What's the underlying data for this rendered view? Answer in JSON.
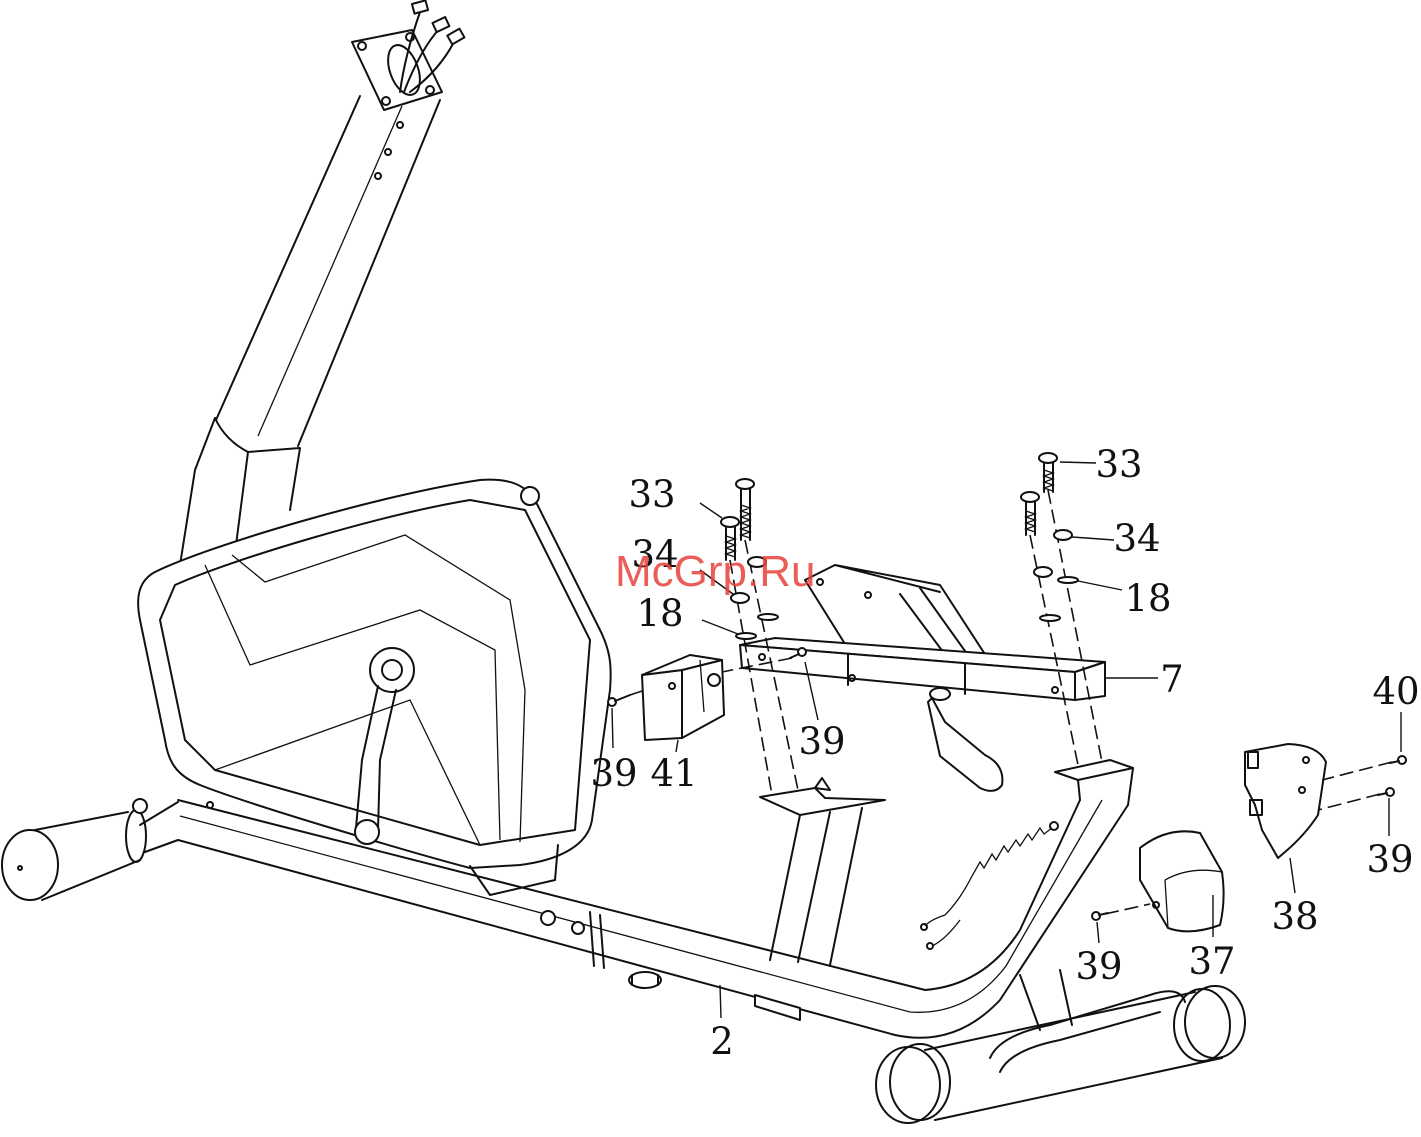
{
  "callouts": [
    "33",
    "33",
    "34",
    "34",
    "18",
    "18",
    "7",
    "40",
    "39",
    "41",
    "39",
    "39",
    "38",
    "37",
    "39",
    "2"
  ],
  "watermark": "McGrp.Ru",
  "colors": {
    "line": "#111111",
    "watermark": "#e8413a"
  }
}
